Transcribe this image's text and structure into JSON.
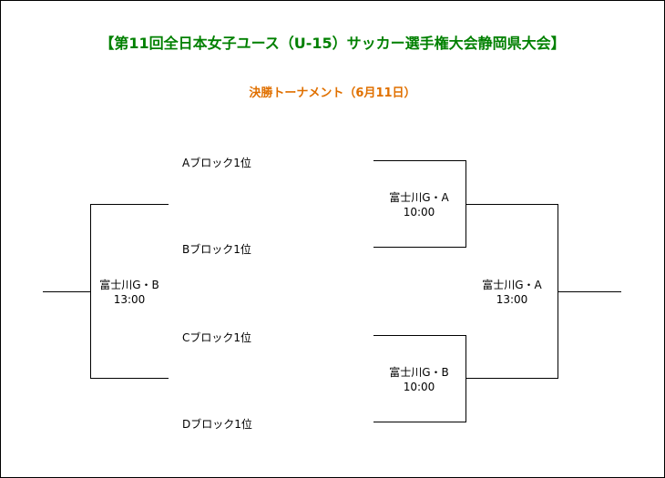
{
  "title": "【第11回全日本女子ユース（U-15）サッカー選手権大会静岡県大会】",
  "subtitle": "決勝トーナメント（6月11日）",
  "slots": [
    "Aブロック1位",
    "Bブロック1位",
    "Cブロック1位",
    "Dブロック1位"
  ],
  "matches": {
    "semi_top": {
      "venue": "富士川G・A",
      "time": "10:00"
    },
    "semi_bottom": {
      "venue": "富士川G・B",
      "time": "10:00"
    },
    "final_left": {
      "venue": "富士川G・B",
      "time": "13:00"
    },
    "final_right": {
      "venue": "富士川G・A",
      "time": "13:00"
    }
  },
  "colors": {
    "title": "#008000",
    "subtitle": "#e07000",
    "lines": "#000000"
  }
}
